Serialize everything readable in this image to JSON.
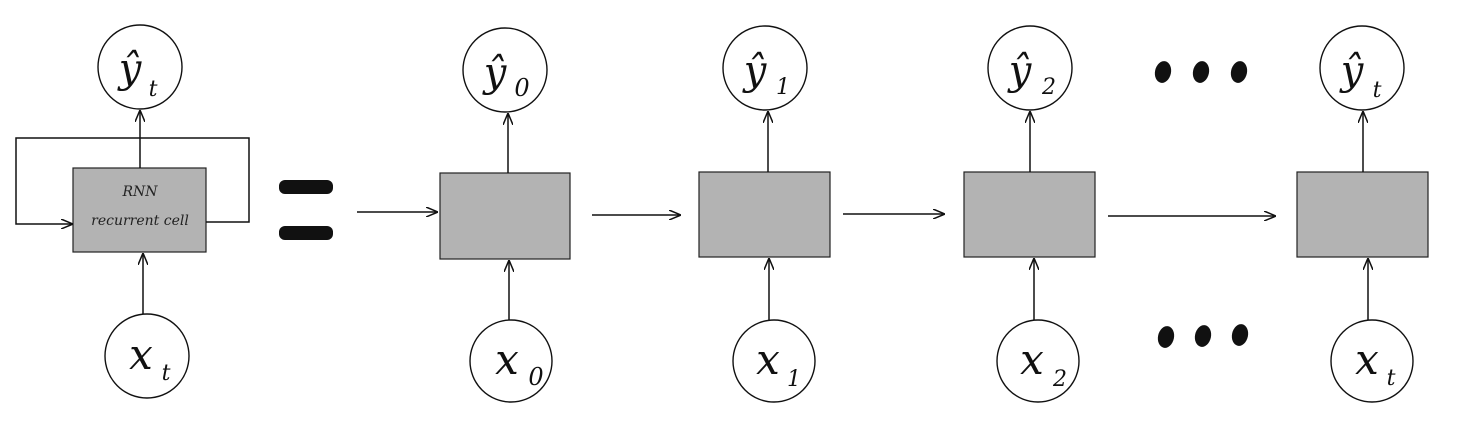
{
  "cell": {
    "line1": "RNN",
    "line2": "recurrent cell"
  },
  "symbols": {
    "y_hat": "ŷ",
    "x": "x"
  },
  "folded": {
    "output_subscript": "t",
    "input_subscript": "t"
  },
  "equals_sign": "=",
  "steps": [
    {
      "output_subscript": "0",
      "input_subscript": "0"
    },
    {
      "output_subscript": "1",
      "input_subscript": "1"
    },
    {
      "output_subscript": "2",
      "input_subscript": "2"
    },
    {
      "output_subscript": "t",
      "input_subscript": "t"
    }
  ],
  "ellipsis": "•••",
  "colors": {
    "cell_fill": "#b3b3b3",
    "stroke": "#111111",
    "background": "#ffffff"
  }
}
